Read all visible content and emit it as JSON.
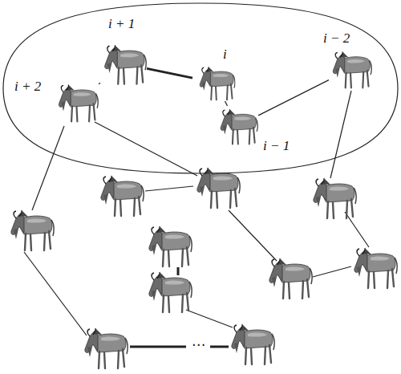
{
  "diagram": {
    "nodes": [
      {
        "text": [
          "i + 1"
        ]
      },
      {
        "text": [
          "i"
        ]
      },
      {
        "text": [
          "i − 2"
        ]
      },
      {
        "text": [
          "i + 2"
        ]
      },
      {
        "text": [
          "i − 1"
        ]
      }
    ],
    "edges": [
      {
        "from": 3,
        "to": 0,
        "arrow": "none"
      },
      {
        "from": 0,
        "to": 1,
        "arrow": "none"
      },
      {
        "from": 1,
        "to": 4,
        "arrow": "none"
      },
      {
        "from": 4,
        "to": 2,
        "arrow": "none"
      }
    ],
    "labels": [
      "⋯"
    ]
  }
}
